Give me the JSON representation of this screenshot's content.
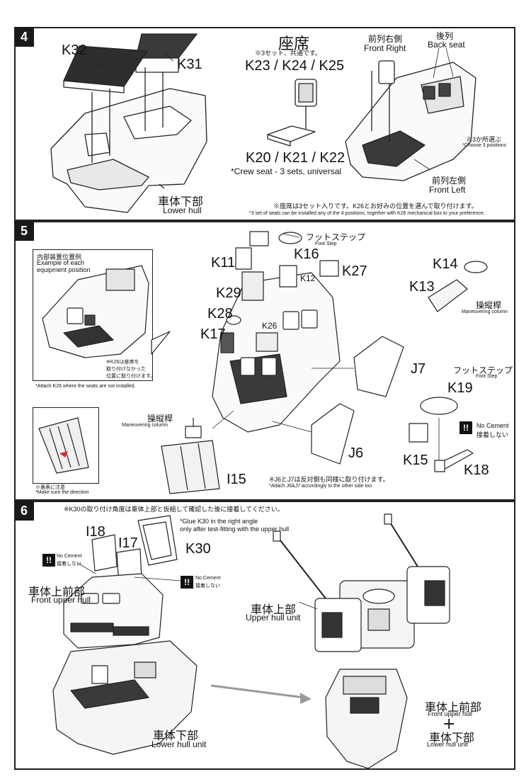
{
  "steps": [
    {
      "number": "4",
      "labels": {
        "k32": "K32",
        "k31": "K31",
        "seat_title_jp": "座席",
        "seat_note_jp": "※3セット、共通です。",
        "seat_parts": "K23 / K24 / K25",
        "seat_base_parts": "K20 / K21 / K22",
        "seat_note_en": "*Crew seat - 3 sets, universal",
        "front_right_jp": "前列右側",
        "front_right_en": "Front Right",
        "back_seat_jp": "後列",
        "back_seat_en": "Back seat",
        "choose_jp": "※3か所選ぶ",
        "choose_en": "*Choose 3 positions",
        "front_left_jp": "前列左側",
        "front_left_en": "Front Left",
        "lower_hull_jp": "車体下部",
        "lower_hull_en": "Lower hull",
        "footnote_jp": "※座席は3セット入りです。K26とお好みの位置を選んで取り付けます。",
        "footnote_en": "*3 set of seats can be installed any of the 4 positions, together with K26 mechanical box to your preference."
      }
    },
    {
      "number": "5",
      "labels": {
        "inset_title_jp": "内部装置位置例",
        "inset_title_en1": "Example of each",
        "inset_title_en2": "equipment position",
        "inset_note_jp1": "※K26は座席を",
        "inset_note_jp2": "取り付けなかった",
        "inset_note_jp3": "位置に取り付けます。",
        "inset_note_en": "*Attach K26 where the seats are not installed.",
        "direction_jp": "※裏表に注意",
        "direction_en": "*Make sure the direction",
        "foot_step_jp": "フットステップ",
        "foot_step_en": "Foot Step",
        "k11": "K11",
        "k16": "K16",
        "k27": "K27",
        "k12": "K12",
        "k29": "K29",
        "k28": "K28",
        "k26": "K26",
        "k17": "K17",
        "k14": "K14",
        "k13": "K13",
        "maneuver_jp": "操縦桿",
        "maneuver_en": "Maneuvering column",
        "j7": "J7",
        "j6": "J6",
        "foot_step2_jp": "フットステップ",
        "foot_step2_en": "Foot Step",
        "k19": "K19",
        "no_cement_en": "No Cement",
        "no_cement_jp": "接着しない",
        "k15": "K15",
        "k18": "K18",
        "maneuver2_jp": "操縦桿",
        "maneuver2_en": "Maneuvering column",
        "i15": "I15",
        "attach_note_jp": "※J6とJ7は反対側も同様に取り付けます。",
        "attach_note_en": "*Attach J6&J7 accordingly to the other side too"
      }
    },
    {
      "number": "6",
      "labels": {
        "header_note_jp": "※K30の取り付け角度は車体上部と仮組して確認した後に接着してください。",
        "glue_note_en1": "*Glue K30 in the right angle",
        "glue_note_en2": "only after test-fitting with the upper hull",
        "i18": "I18",
        "i17": "I17",
        "k30": "K30",
        "no_cement_en": "No Cement",
        "no_cement_jp": "接着しない",
        "front_upper_jp": "車体上前部",
        "front_upper_en": "Front upper hull",
        "lower_unit_jp": "車体下部",
        "lower_unit_en": "Lower hull unit",
        "upper_unit_jp": "車体上部",
        "upper_unit_en": "Upper hull unit",
        "combo_front_jp": "車体上前部",
        "combo_front_en": "Front upper hull",
        "plus": "+",
        "combo_lower_jp": "車体下部",
        "combo_lower_en": "Lower hull unit"
      }
    }
  ],
  "colors": {
    "line": "#222222",
    "badge": "#1a1a1a",
    "arrow_grey": "#9a9a9a",
    "fill_light": "#ececec",
    "fill_dark": "#3a3a3a"
  }
}
